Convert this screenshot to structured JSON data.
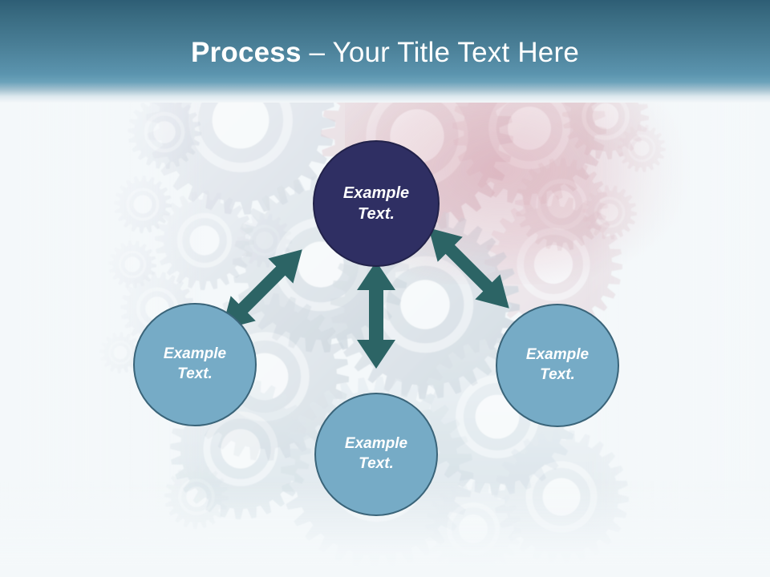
{
  "slide": {
    "title_strong": "Process",
    "title_rest": " – Your Title Text Here",
    "background_color": "#f4f8fa",
    "header_top_color": "#2e5e75",
    "header_bottom_color": "#6ba2ba"
  },
  "diagram": {
    "type": "hub-and-spoke",
    "arrow_color": "#2c6465",
    "nodes": [
      {
        "id": "center",
        "position": "top-center",
        "line1": "Example",
        "line2": "Text.",
        "fill": "#2f2f63",
        "border": "#22224a",
        "text_color": "#ffffff"
      },
      {
        "id": "left",
        "position": "left",
        "line1": "Example",
        "line2": "Text.",
        "fill": "#76abc6",
        "border": "#3a6479",
        "text_color": "#ffffff"
      },
      {
        "id": "bottom",
        "position": "bottom-center",
        "line1": "Example",
        "line2": "Text.",
        "fill": "#76abc6",
        "border": "#3a6479",
        "text_color": "#ffffff"
      },
      {
        "id": "right",
        "position": "right",
        "line1": "Example",
        "line2": "Text.",
        "fill": "#76abc6",
        "border": "#3a6479",
        "text_color": "#ffffff"
      }
    ],
    "connectors": [
      {
        "id": "left-diagonal",
        "style": "double-headed-arrow",
        "orientation": "diagonal-up-right"
      },
      {
        "id": "vertical",
        "style": "double-headed-arrow",
        "orientation": "vertical"
      },
      {
        "id": "right-diagonal",
        "style": "double-headed-arrow",
        "orientation": "diagonal-down-right"
      }
    ]
  },
  "background_art": {
    "subject": "interlocking-gears",
    "treatment": "faded watermark photo",
    "tints": [
      "#d0d6e2",
      "#d69aa5",
      "#c7d7e0"
    ]
  }
}
